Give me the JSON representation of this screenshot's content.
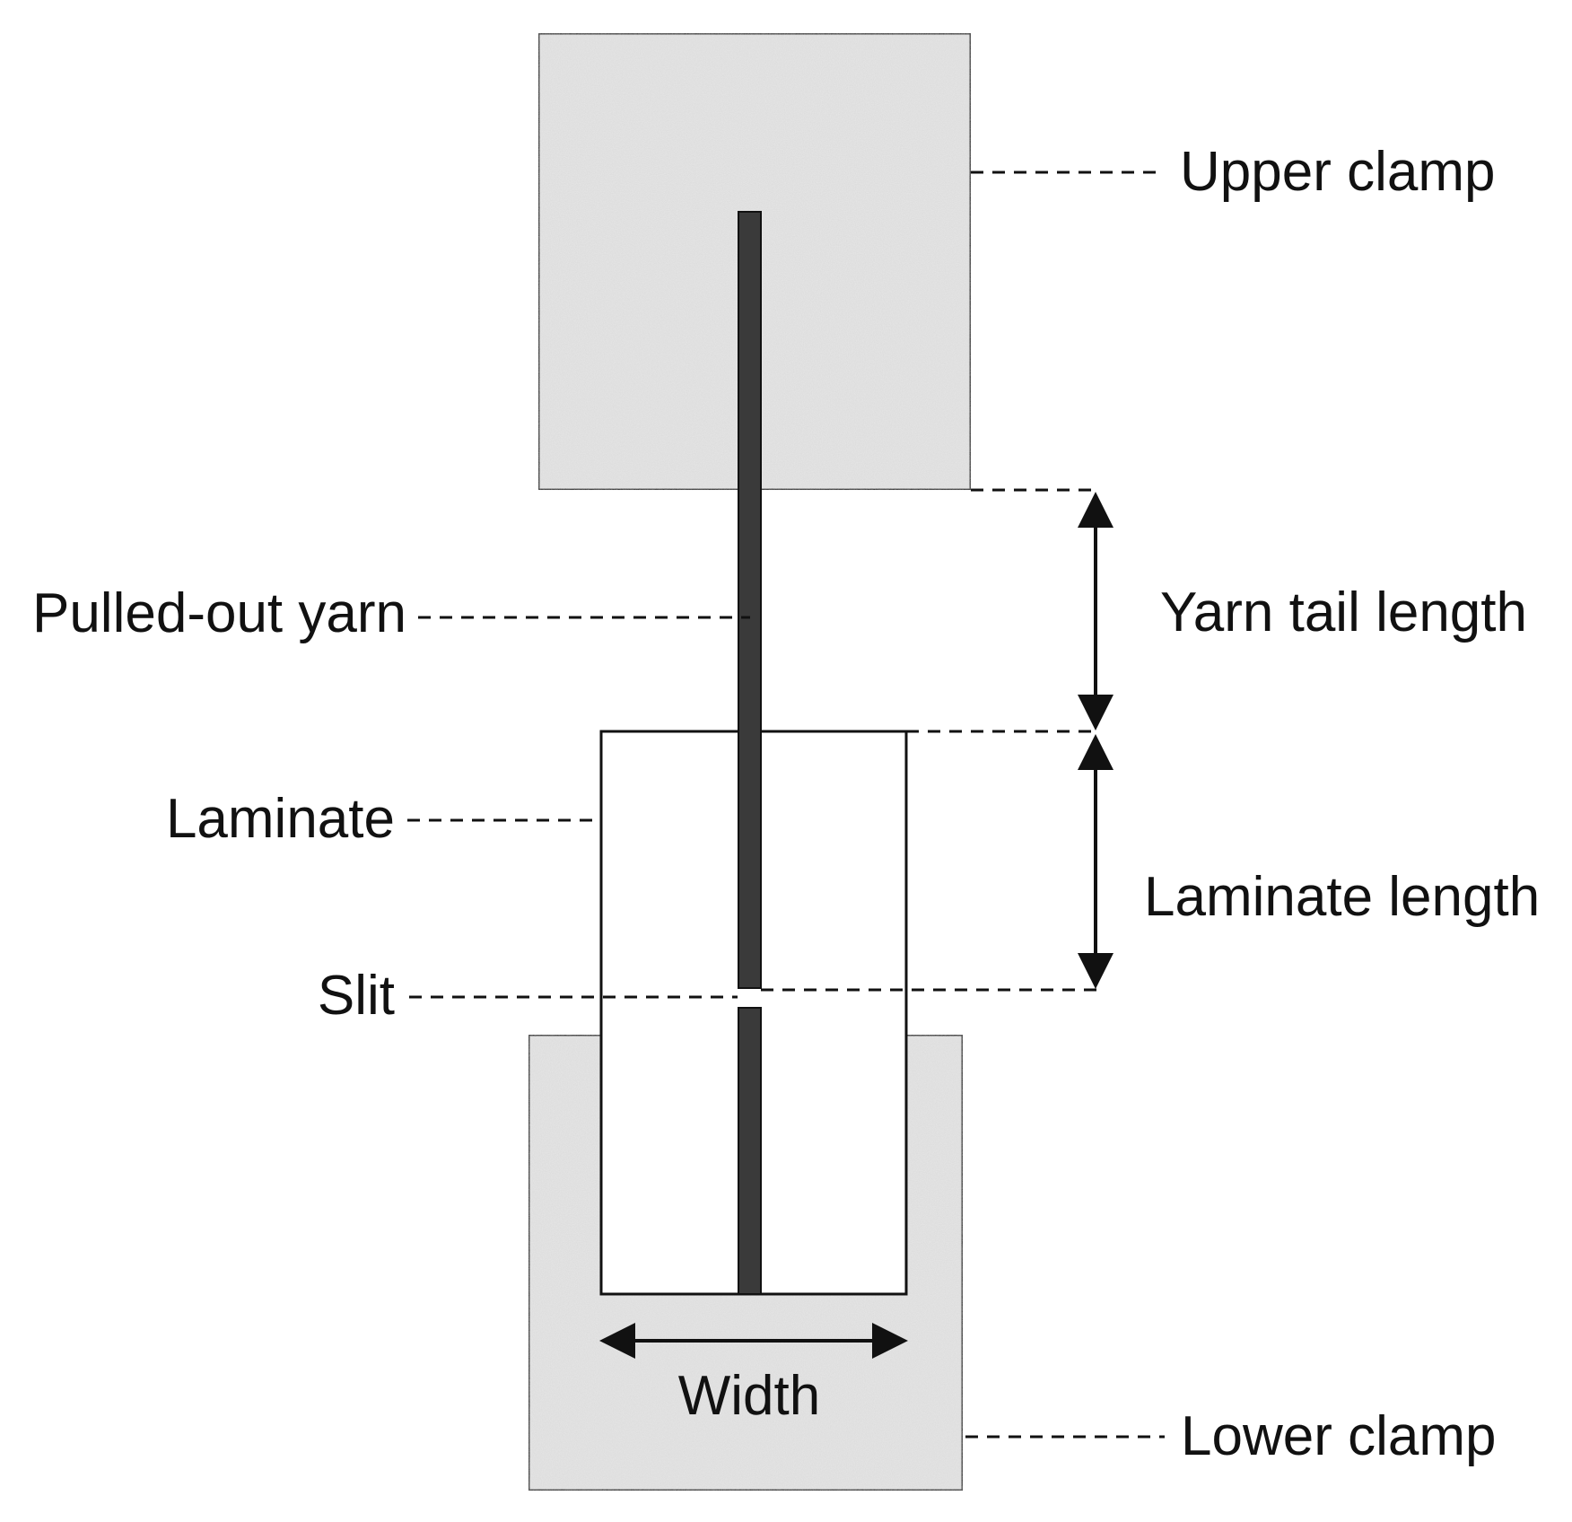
{
  "labels": {
    "upper_clamp": "Upper clamp",
    "pulled_out_yarn": "Pulled-out yarn",
    "yarn_tail_length": "Yarn tail length",
    "laminate": "Laminate",
    "laminate_length": "Laminate length",
    "slit": "Slit",
    "width": "Width",
    "lower_clamp": "Lower clamp"
  },
  "colors": {
    "clamp_fill": "#e6e6e6",
    "yarn": "#3a3a3a",
    "outline": "#111111",
    "laminate_fill": "#ffffff"
  }
}
